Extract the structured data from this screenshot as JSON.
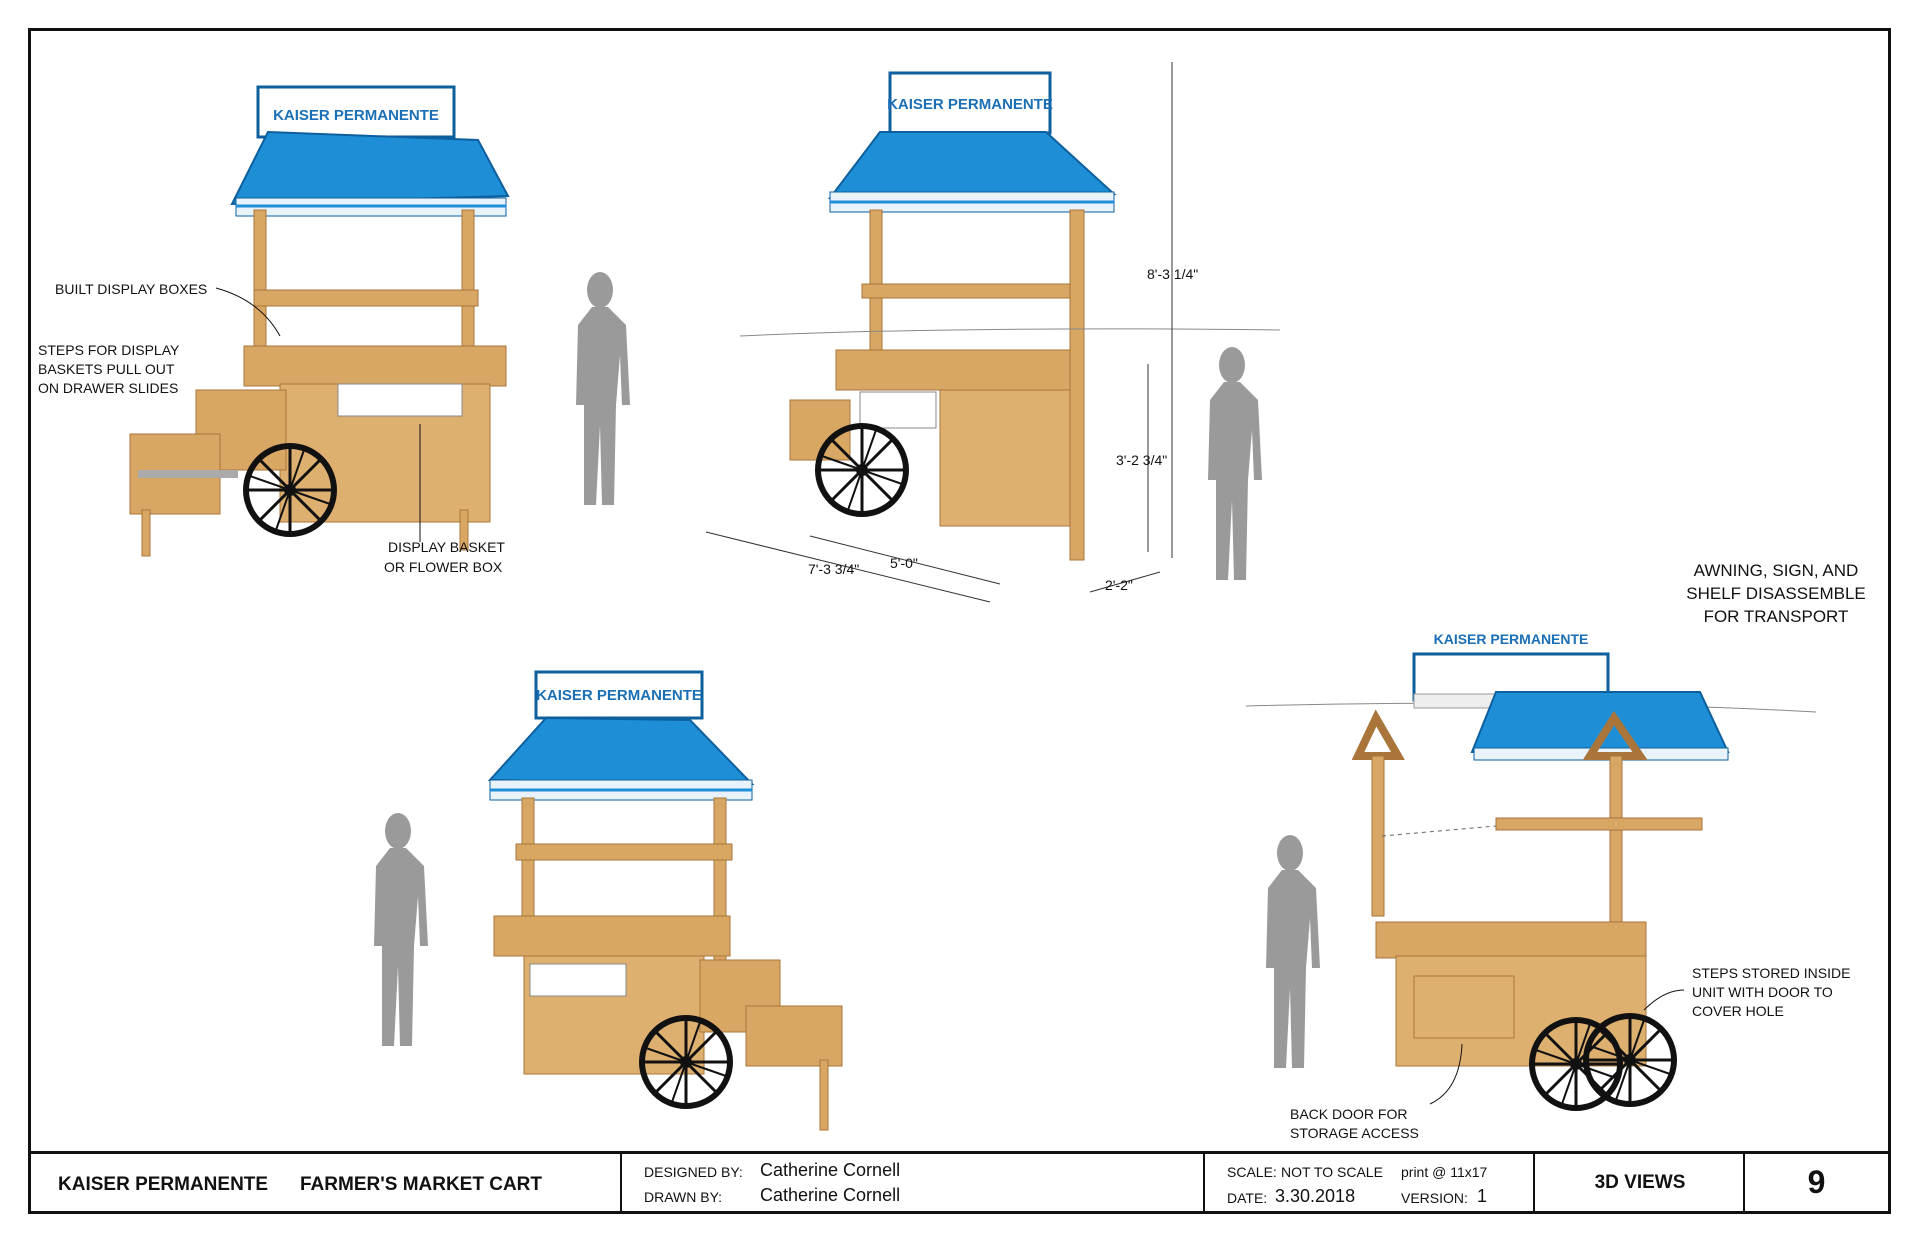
{
  "views": {
    "view1": {
      "sign": "KAISER PERMANENTE",
      "notes": {
        "built_display_boxes": "BUILT DISPLAY BOXES",
        "steps_line1": "STEPS FOR DISPLAY",
        "steps_line2": "BASKETS PULL OUT",
        "steps_line3": "ON DRAWER SLIDES",
        "basket_line1": "DISPLAY BASKET",
        "basket_line2": "OR FLOWER BOX"
      }
    },
    "view2": {
      "sign": "KAISER PERMANENTE",
      "dims": {
        "height_total": "8'-3 1/4\"",
        "height_counter": "3'-2 3/4\"",
        "length_overall": "7'-3 3/4\"",
        "length_cart": "5'-0\"",
        "depth": "2'-2\""
      }
    },
    "view3": {
      "sign": "KAISER PERMANENTE"
    },
    "view4": {
      "sign": "KAISER PERMANENTE",
      "notes": {
        "awning_line1": "AWNING, SIGN, AND",
        "awning_line2": "SHELF DISASSEMBLE",
        "awning_line3": "FOR TRANSPORT",
        "steps_line1": "STEPS STORED INSIDE",
        "steps_line2": "UNIT WITH DOOR TO",
        "steps_line3": "COVER HOLE",
        "back_line1": "BACK DOOR FOR",
        "back_line2": "STORAGE ACCESS"
      }
    }
  },
  "title_block": {
    "client": "KAISER PERMANENTE",
    "project": "FARMER'S MARKET CART",
    "designed_by_label": "DESIGNED BY:",
    "designed_by": "Catherine Cornell",
    "drawn_by_label": "DRAWN BY:",
    "drawn_by": "Catherine Cornell",
    "scale_label": "SCALE:",
    "scale": "NOT TO SCALE",
    "print_label": "print @ 11x17",
    "date_label": "DATE:",
    "date": "3.30.2018",
    "version_label": "VERSION:",
    "version": "1",
    "sheet_title": "3D VIEWS",
    "sheet_number": "9"
  },
  "colors": {
    "awning": "#1e8fd6",
    "awning_dark": "#0e5f9e",
    "wood": "#d9a764",
    "wood_dark": "#a9753a",
    "figure": "#9a9a9a",
    "brand": "#1b6fb5"
  }
}
